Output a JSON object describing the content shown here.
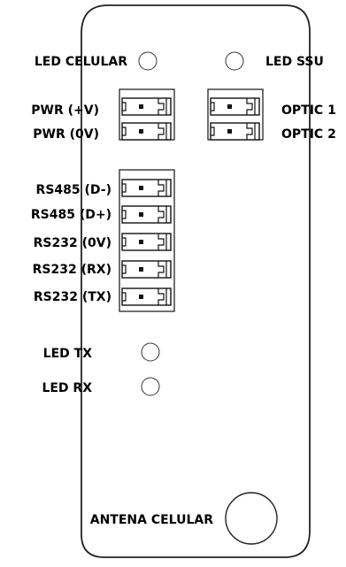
{
  "labels": {
    "led_celular": "LED CELULAR",
    "led_ssu": "LED SSU",
    "pwr_pos": "PWR (+V)",
    "pwr_zero": "PWR (0V)",
    "optic_1": "OPTIC 1",
    "optic_2": "OPTIC 2",
    "rs485_dm": "RS485 (D-)",
    "rs485_dp": "RS485 (D+)",
    "rs232_0v": "RS232 (0V)",
    "rs232_rx": "RS232 (RX)",
    "rs232_tx": "RS232 (TX)",
    "led_tx": "LED TX",
    "led_rx": "LED RX",
    "antena_celular": "ANTENA CELULAR"
  }
}
